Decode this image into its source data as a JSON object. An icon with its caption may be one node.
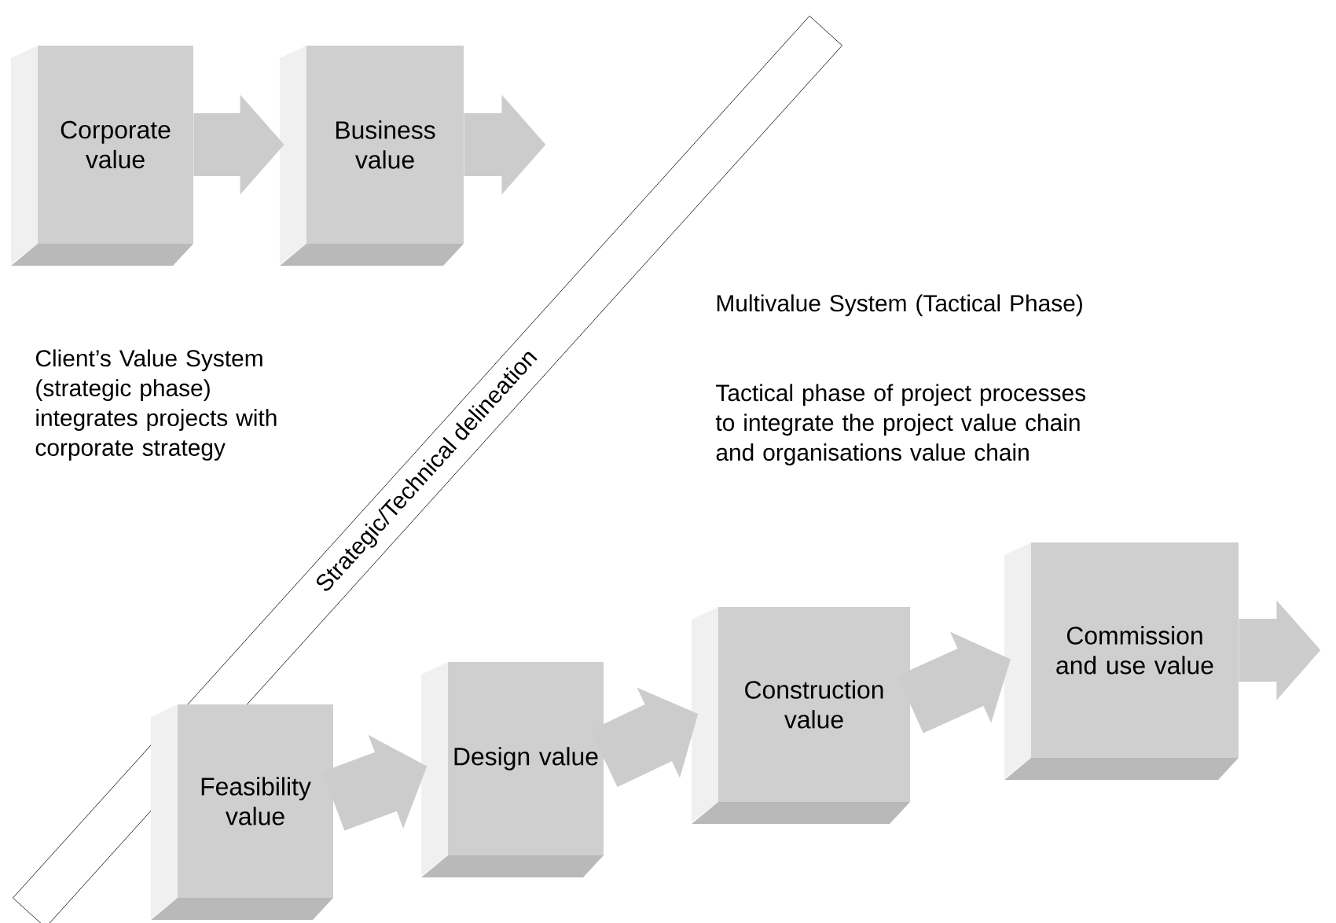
{
  "diagram": {
    "nodes": [
      {
        "text": [
          "Corporate value"
        ]
      },
      {
        "text": [
          "Business value"
        ]
      },
      {
        "text": [
          "Strategic/Technical delineation"
        ]
      },
      {
        "text": [
          "Feasibility value"
        ]
      },
      {
        "text": [
          "Design value"
        ]
      },
      {
        "text": [
          "Construction value"
        ]
      },
      {
        "text": [
          "Commission and use value"
        ]
      }
    ],
    "edges": [
      {
        "from": 0,
        "to": 1,
        "arrow": "to"
      },
      {
        "from": 1,
        "to": null,
        "arrow": "to"
      },
      {
        "from": 3,
        "to": 4,
        "arrow": "to"
      },
      {
        "from": 4,
        "to": 5,
        "arrow": "to"
      },
      {
        "from": 5,
        "to": 6,
        "arrow": "to"
      },
      {
        "from": 6,
        "to": null,
        "arrow": "to"
      }
    ],
    "labels": [
      "Client’s Value System (strategic phase) integrates projects with corporate strategy",
      "Multivalue System (Tactical Phase)",
      "Tactical phase of project processes to integrate the project value chain and organisations value chain"
    ]
  }
}
